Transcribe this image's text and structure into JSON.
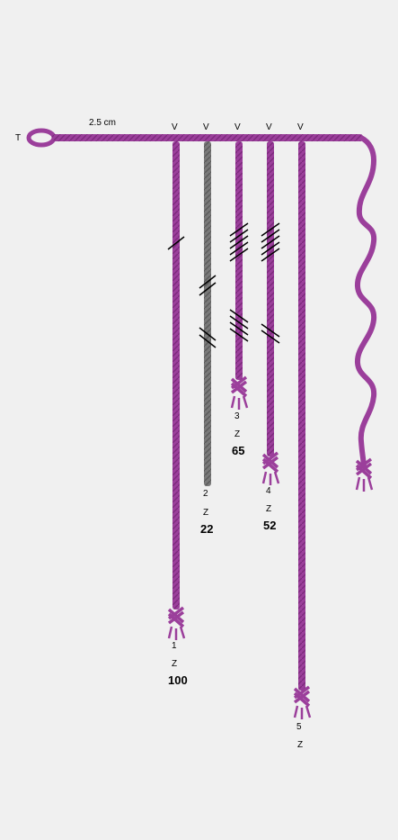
{
  "diagram": {
    "top_label": "T",
    "spacing_label": "2.5 cm",
    "colors": {
      "background": "#f0f0f0",
      "purple": "#9b3f9b",
      "gray": "#7a7a7a",
      "mark": "#000000"
    },
    "pendants": [
      {
        "id": "1",
        "attach": "V",
        "ply": "Z",
        "value": "100",
        "color": "purple",
        "knots": [
          1
        ],
        "knot_groups": 1
      },
      {
        "id": "2",
        "attach": "V",
        "ply": "Z",
        "value": "22",
        "color": "gray",
        "knots": [
          2,
          2
        ],
        "knot_groups": 0
      },
      {
        "id": "3",
        "attach": "V",
        "ply": "Z",
        "value": "65",
        "color": "purple",
        "knots": [
          5,
          4
        ],
        "knot_groups": 1
      },
      {
        "id": "4",
        "attach": "V",
        "ply": "Z",
        "value": "52",
        "color": "purple",
        "knots": [
          5,
          2
        ],
        "knot_groups": 1
      },
      {
        "id": "5",
        "attach": "V",
        "ply": "Z",
        "value": "",
        "color": "purple",
        "knots": [],
        "knot_groups": 1
      }
    ]
  }
}
